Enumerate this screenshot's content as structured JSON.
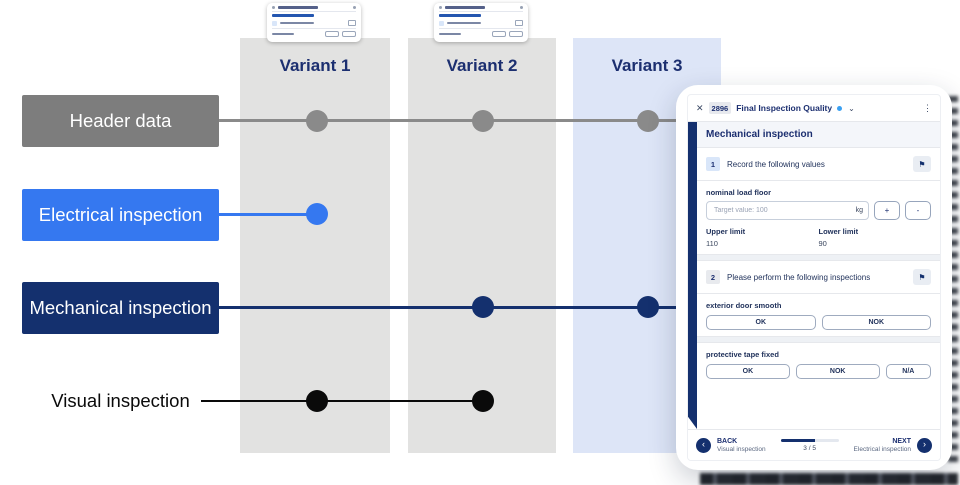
{
  "colors": {
    "accent_blue": "#3578f0",
    "navy": "#14306e",
    "label_gray": "#7d7d7d",
    "black": "#0a0a0a",
    "column_gray": "#e2e2e1",
    "column_blue": "#dde5f7",
    "dot_gray": "#8a8a8a",
    "status_dot_blue": "#3aa0f2"
  },
  "diagram": {
    "columns": [
      {
        "label": "Variant 1"
      },
      {
        "label": "Variant 2"
      },
      {
        "label": "Variant 3"
      }
    ],
    "rows": [
      {
        "label": "Header data"
      },
      {
        "label": "Electrical inspection"
      },
      {
        "label": "Mechanical inspection"
      },
      {
        "label": "Visual inspection"
      }
    ]
  },
  "icons": {
    "close": "✕",
    "chevron_down": "⌄",
    "kebab": "⋮",
    "flag": "⚑",
    "back_arrow": "‹",
    "next_arrow": "›"
  },
  "card": {
    "header": {
      "id_badge": "2896",
      "title": "Final Inspection Quality"
    },
    "section_title": "Mechanical inspection",
    "steps": [
      {
        "num": "1",
        "text": "Record the following values"
      },
      {
        "num": "2",
        "text": "Please perform the following inspections"
      }
    ],
    "fields": {
      "nominal": {
        "label": "nominal load floor",
        "placeholder": "Target value: 100",
        "unit": "kg",
        "plus": "+",
        "minus": "-",
        "upper_label": "Upper limit",
        "upper_value": "110",
        "lower_label": "Lower limit",
        "lower_value": "90"
      },
      "check1": {
        "label": "exterior door smooth",
        "options": [
          "OK",
          "NOK"
        ]
      },
      "check2": {
        "label": "protective tape fixed",
        "options": [
          "OK",
          "NOK",
          "N/A"
        ]
      }
    },
    "footer": {
      "back_label": "BACK",
      "back_sub": "Visual inspection",
      "progress_text": "3 / 5",
      "next_label": "NEXT",
      "next_sub": "Electrical inspection"
    }
  }
}
